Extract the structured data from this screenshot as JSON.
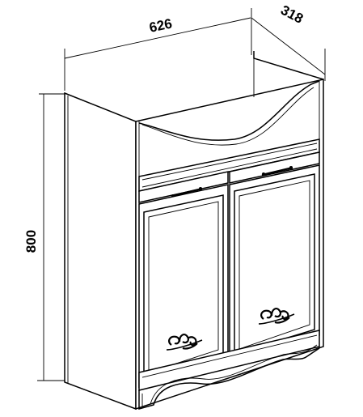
{
  "dimensions": {
    "width": "626",
    "depth": "318",
    "height": "800"
  },
  "colors": {
    "line": "#000000",
    "background": "#ffffff"
  }
}
